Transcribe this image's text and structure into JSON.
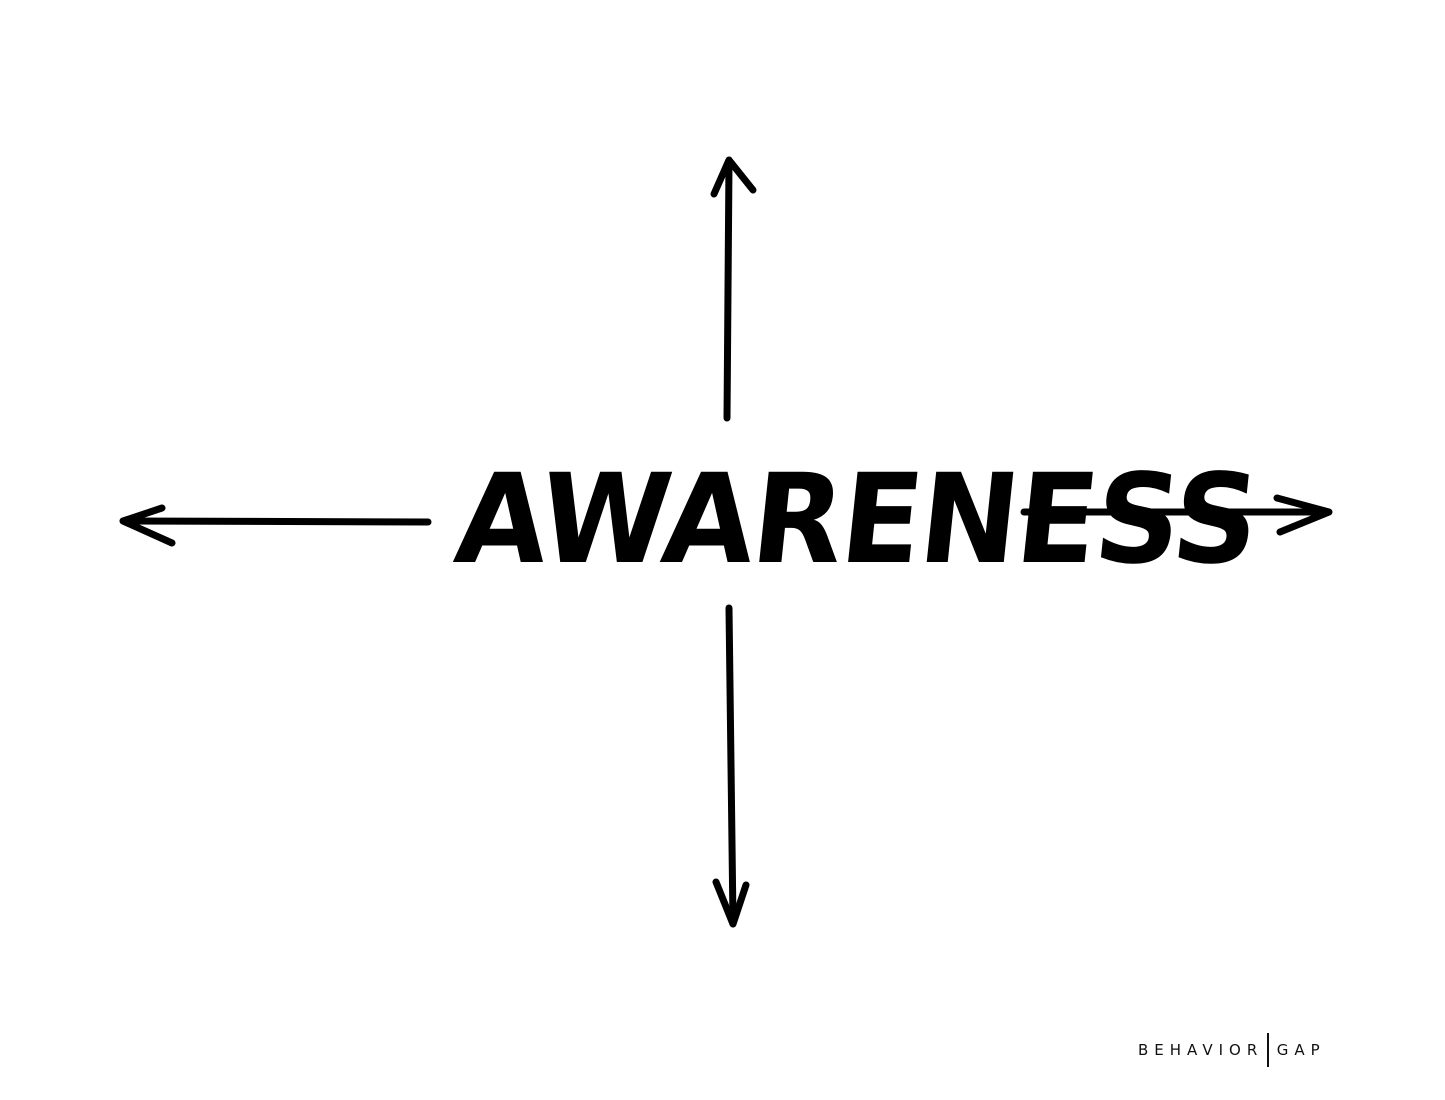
{
  "diagram": {
    "center_word": "AWARENESS",
    "arrows": [
      "up",
      "down",
      "left",
      "right"
    ],
    "ink_color": "#000000"
  },
  "logo": {
    "left": "BEHAVIOR",
    "right": "GAP"
  }
}
